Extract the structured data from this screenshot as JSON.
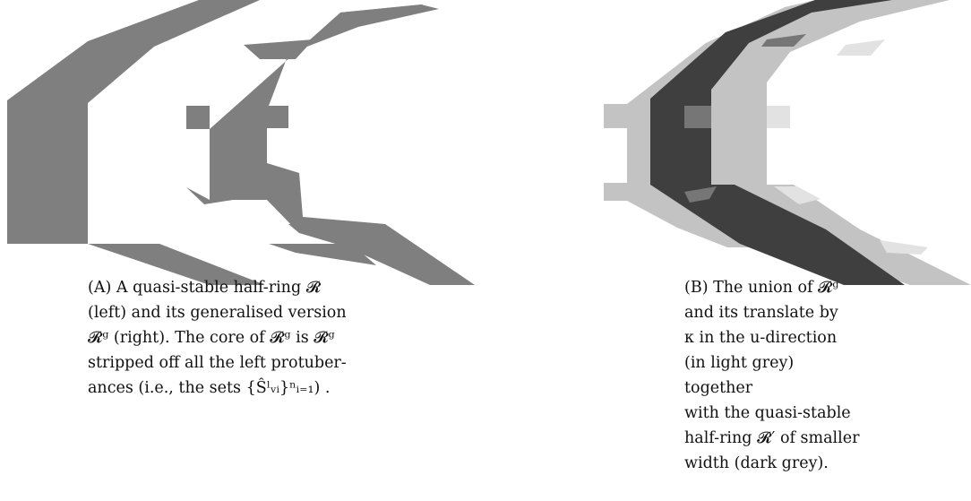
{
  "figures": {
    "a": {
      "tag": "(A)",
      "caption_lines": [
        "A quasi-stable half-ring 𝓡",
        "(left) and its generalised version",
        "𝓡ᵍ (right). The core of 𝓡ᵍ is 𝓡ᵍ",
        "stripped off all the left protuber-",
        "ances (i.e., the sets {Ŝˡᵥᵢ}ⁿᵢ₌₁) ."
      ]
    },
    "b": {
      "tag": "(B)",
      "caption_lines": [
        "The union of 𝓡ᵍ",
        "and its translate by",
        "κ in the u-direction",
        "(in light grey) together",
        "with the quasi-stable",
        "half-ring 𝓡′ of smaller",
        "width (dark grey)."
      ]
    }
  },
  "colors": {
    "mid_grey": "#7f7f7f",
    "light_grey": "#c3c3c3",
    "dark_grey": "#3f3f3f",
    "lighter_patch": "#e2e2e2",
    "inner_patch": "#767676"
  }
}
